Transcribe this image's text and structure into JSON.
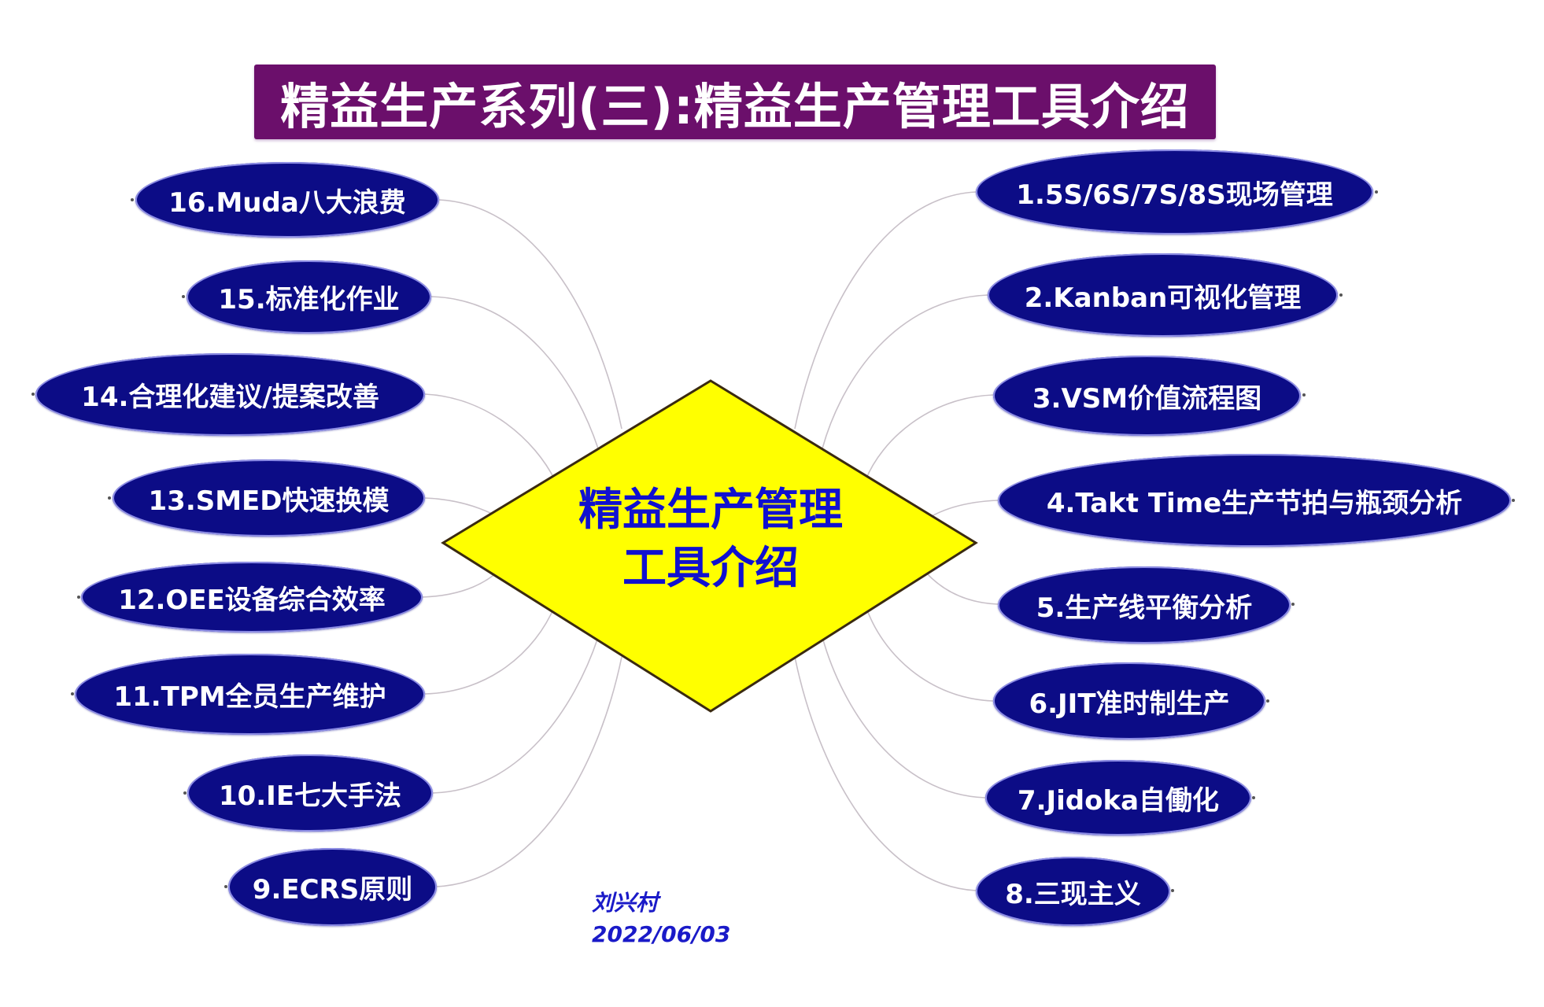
{
  "title": "精益生产系列(三):精益生产管理工具介绍",
  "center": {
    "line1": "精益生产管理",
    "line2": "工具介绍"
  },
  "author": {
    "name": "刘兴村",
    "date": "2022/06/03"
  },
  "colors": {
    "title_bg": "#6b0f6b",
    "node_bg": "#0c0c86",
    "center_fill": "#ffff00",
    "center_text": "#1010d0",
    "connector": "#c8c0c8"
  },
  "nodes_right": [
    {
      "id": 1,
      "label": "1.5S/6S/7S/8S现场管理"
    },
    {
      "id": 2,
      "label": "2.Kanban可视化管理"
    },
    {
      "id": 3,
      "label": "3.VSM价值流程图"
    },
    {
      "id": 4,
      "label": "4.Takt Time生产节拍与瓶颈分析"
    },
    {
      "id": 5,
      "label": "5.生产线平衡分析"
    },
    {
      "id": 6,
      "label": "6.JIT准时制生产"
    },
    {
      "id": 7,
      "label": "7.Jidoka自働化"
    },
    {
      "id": 8,
      "label": "8.三现主义"
    }
  ],
  "nodes_left": [
    {
      "id": 16,
      "label": "16.Muda八大浪费"
    },
    {
      "id": 15,
      "label": "15.标准化作业"
    },
    {
      "id": 14,
      "label": "14.合理化建议/提案改善"
    },
    {
      "id": 13,
      "label": "13.SMED快速换模"
    },
    {
      "id": 12,
      "label": "12.OEE设备综合效率"
    },
    {
      "id": 11,
      "label": "11.TPM全员生产维护"
    },
    {
      "id": 10,
      "label": "10.IE七大手法"
    },
    {
      "id": 9,
      "label": "9.ECRS原则"
    }
  ]
}
